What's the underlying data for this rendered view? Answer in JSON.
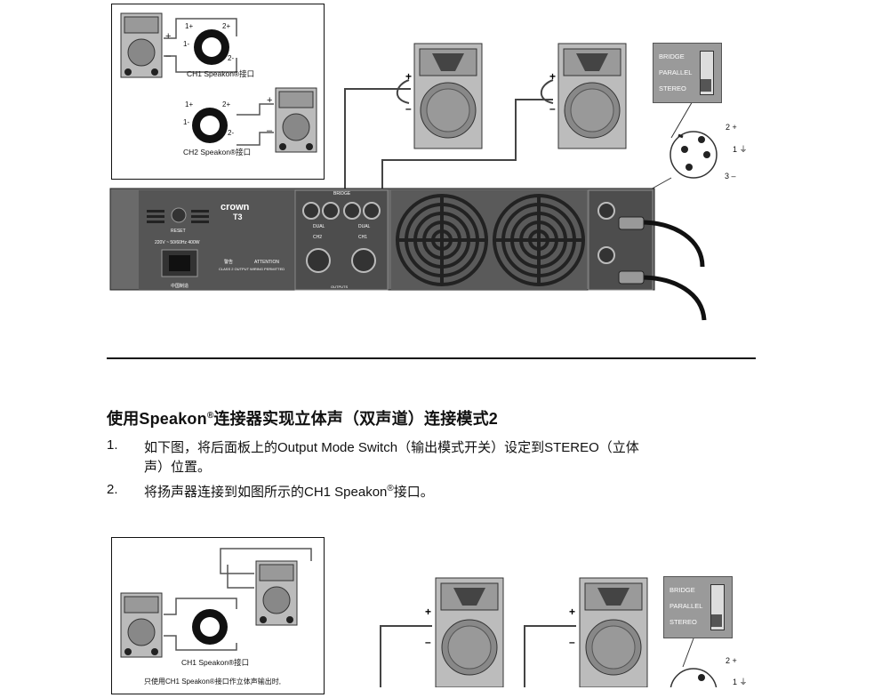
{
  "top_figure": {
    "inset_labels": {
      "ch1": "CH1 Speakon®接口",
      "ch2": "CH2 Speakon®接口"
    },
    "pin_labels": [
      "1+",
      "1-",
      "2+",
      "2-"
    ],
    "polarity": {
      "plus": "+",
      "minus": "–"
    },
    "switch_labels": [
      "BRIDGE",
      "PARALLEL",
      "STEREO"
    ],
    "xlr_labels": [
      "2 +",
      "1 ⏚",
      "3 –"
    ],
    "amp": {
      "brand": "crown",
      "model": "T3",
      "reset": "RESET",
      "power": "220V ~ 50/60Hz 400W",
      "made_in": "中国制造",
      "attention": "ATTENTION",
      "warning": "警告",
      "class2": "CLASS 2 OUTPUT WIRING PERMITTED",
      "ch1": "CH1",
      "ch2": "CH2",
      "dual": "DUAL",
      "bridge": "BRIDGE",
      "outputs": "OUTPUTS"
    }
  },
  "section": {
    "heading_prefix": "使用Speakon",
    "heading_suffix": "连接器实现立体声（双声道）连接模式2",
    "steps": [
      {
        "num": "1.",
        "line1": "如下图，将后面板上的Output Mode Switch（输出模式开关）设定到STEREO（立体",
        "line2": "声）位置。"
      },
      {
        "num": "2.",
        "prefix": "将扬声器连接到如图所示的CH1 Speakon",
        "suffix": "接口。"
      }
    ],
    "reg": "®"
  },
  "bottom_figure": {
    "inset_label": "CH1 Speakon®接口",
    "note": "只使用CH1 Speakon®接口作立体声输出时,",
    "switch_labels": [
      "BRIDGE",
      "PARALLEL",
      "STEREO"
    ],
    "xlr_labels": [
      "2 +",
      "1 ⏚"
    ]
  }
}
